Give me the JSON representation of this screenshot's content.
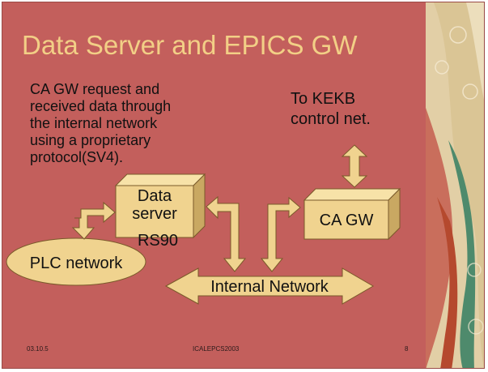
{
  "slide": {
    "title": "Data Server and EPICS GW",
    "body_lines": [
      "CA GW request and",
      "received data through",
      "the internal network",
      "using a proprietary",
      "protocol(SV4)."
    ],
    "kekb_label_lines": [
      "To KEKB",
      "control net."
    ],
    "colors": {
      "background": "#c35f5c",
      "title": "#f2cf86",
      "shape_fill": "#f0d38f",
      "shape_stroke": "#7a5a2a"
    }
  },
  "diagram": {
    "data_server": {
      "line1": "Data",
      "line2": "server",
      "line3": "RS90"
    },
    "ca_gw": {
      "label": "CA GW"
    },
    "plc_network": {
      "label": "PLC network"
    },
    "internal_network": {
      "label": "Internal Network"
    }
  },
  "footer": {
    "date": "03.10.5",
    "conference": "ICALEPCS2003",
    "page": "8"
  }
}
